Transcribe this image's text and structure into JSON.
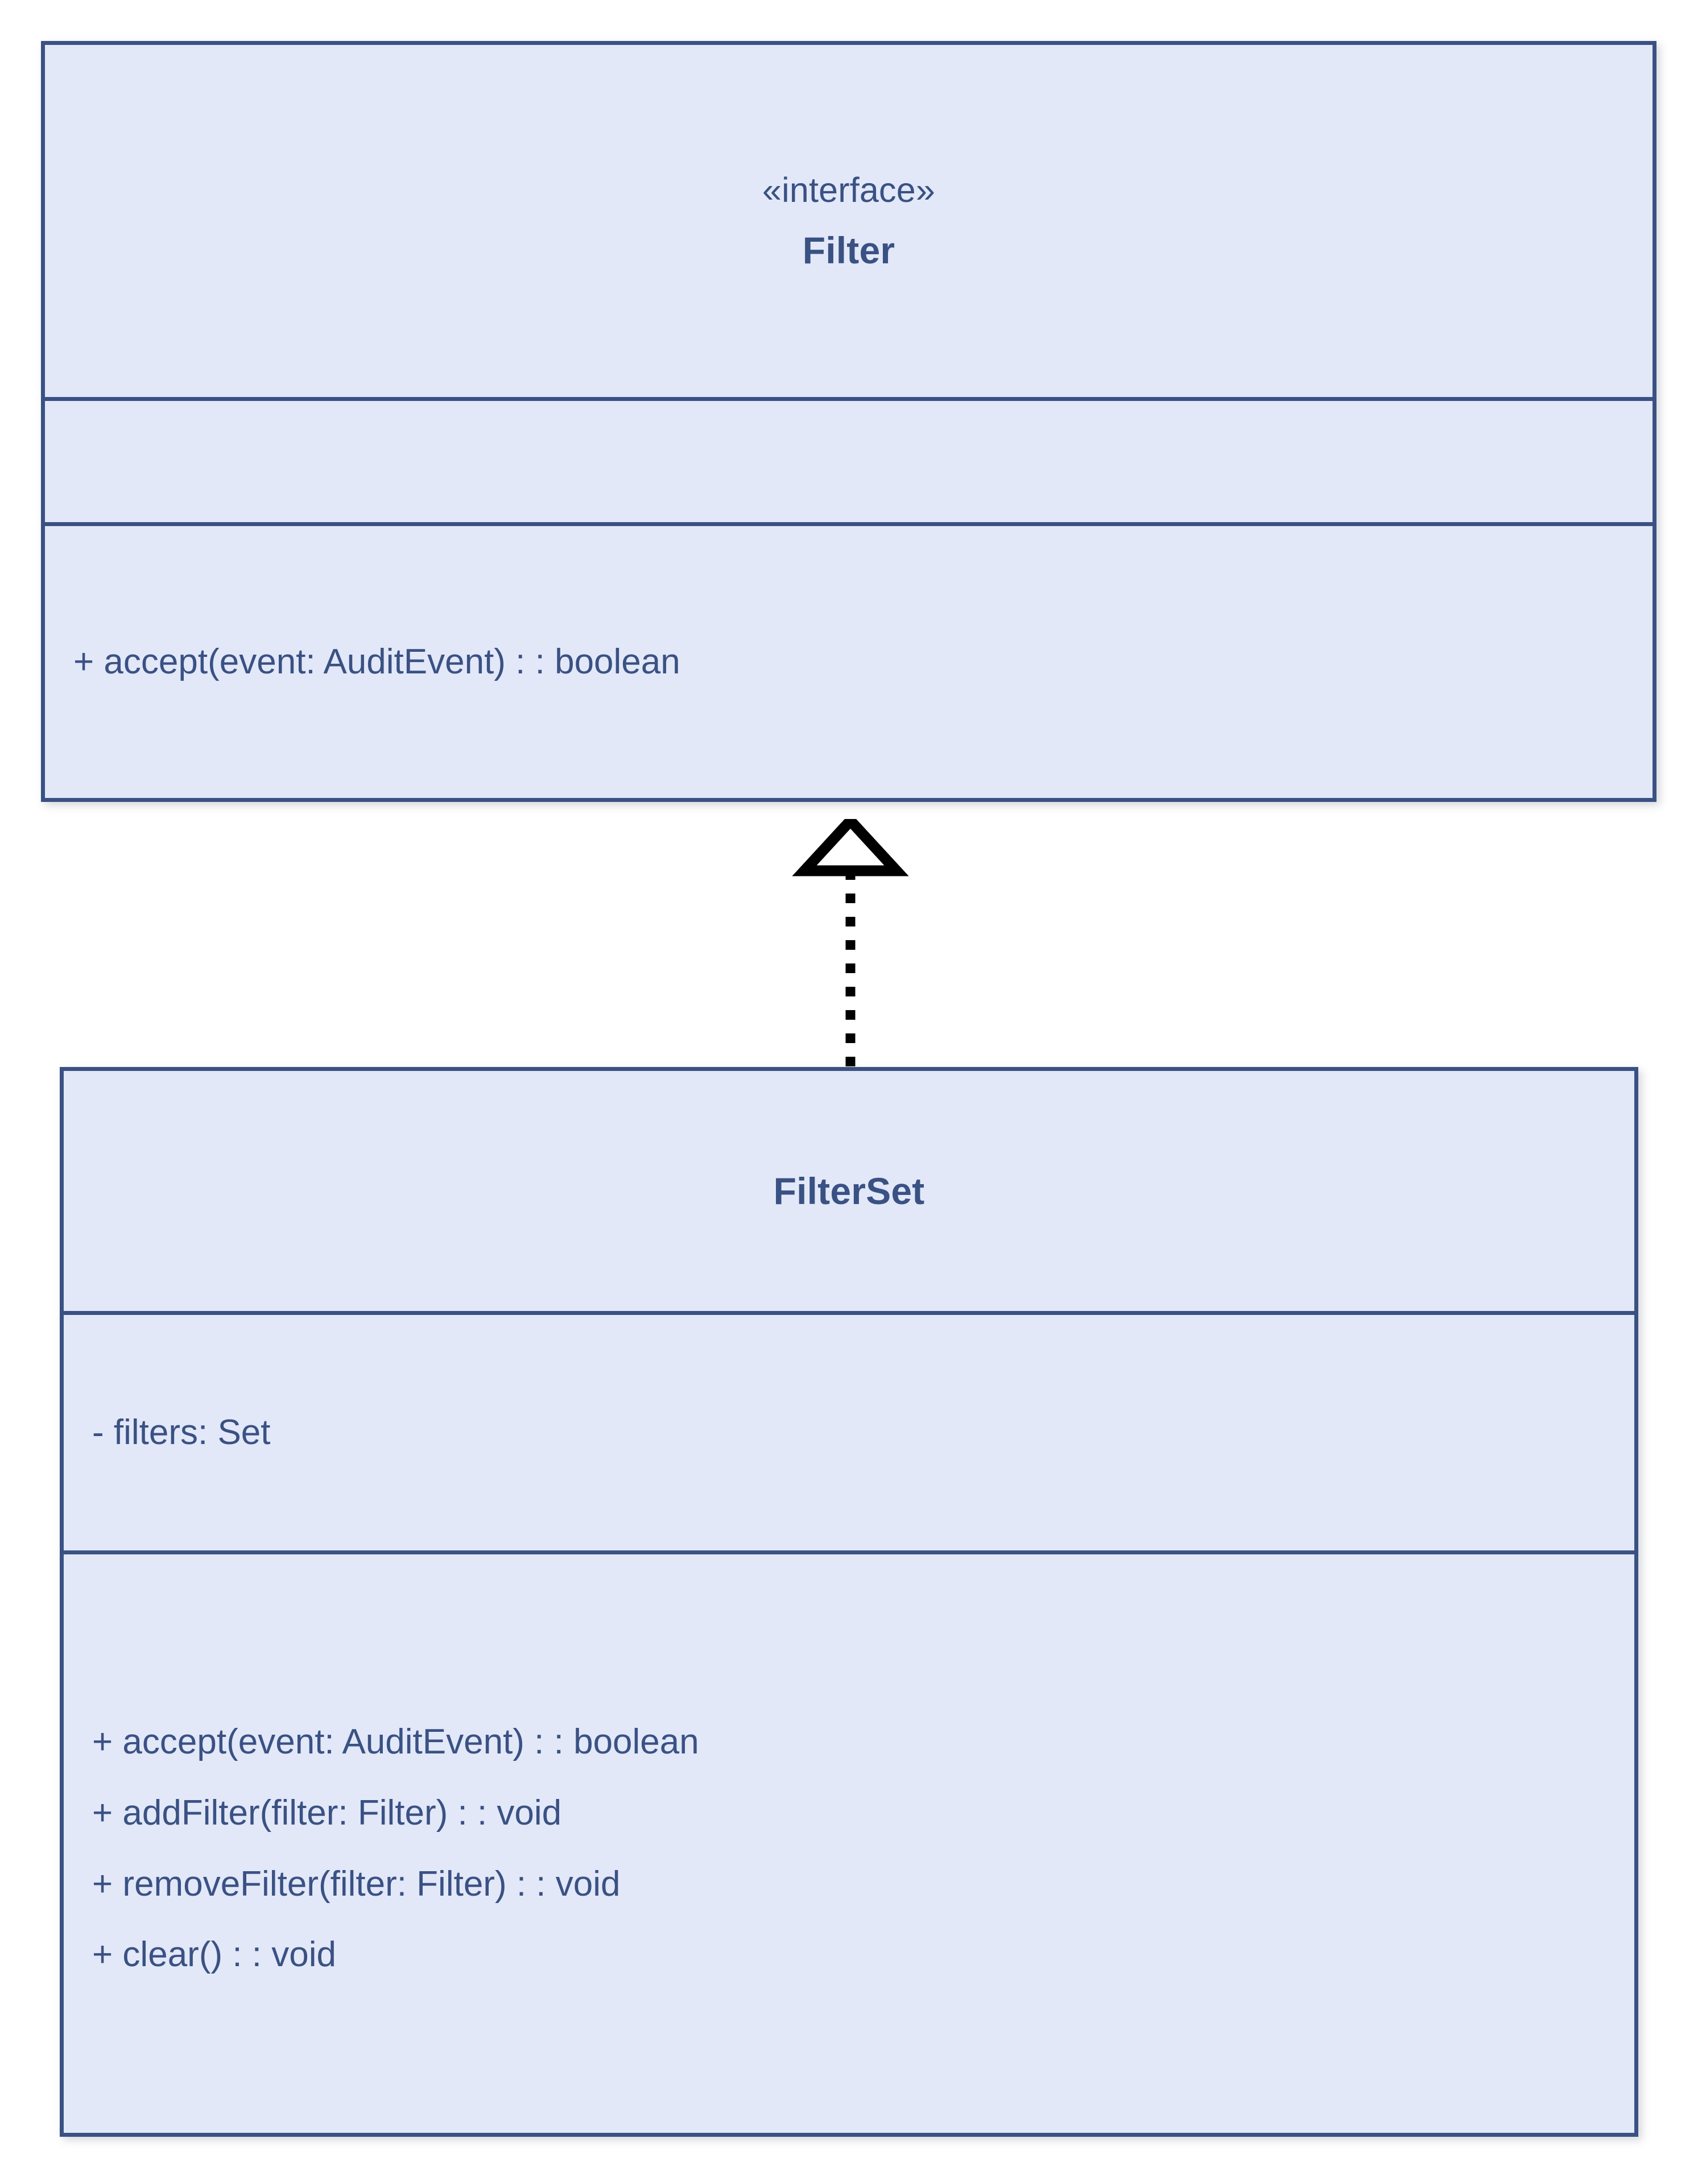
{
  "diagram": {
    "type": "uml-class-diagram",
    "background_color": "#ffffff",
    "classes": [
      {
        "id": "filter",
        "stereotype": "«interface»",
        "name": "Filter",
        "attributes": [],
        "operations": [
          "+ accept(event: AuditEvent) : : boolean"
        ]
      },
      {
        "id": "filterset",
        "stereotype": "",
        "name": "FilterSet",
        "attributes": [
          "- filters: Set"
        ],
        "operations": [
          "+ accept(event: AuditEvent) : : boolean",
          "+ addFilter(filter: Filter) : : void",
          "+ removeFilter(filter: Filter) : : void",
          "+ clear() : : void"
        ]
      }
    ],
    "relationships": [
      {
        "kind": "realization",
        "from": "FilterSet",
        "to": "Filter",
        "line_style": "dotted",
        "arrow_head": "hollow-triangle",
        "arrow_color": "#000000"
      }
    ],
    "colors": {
      "class_fill": "#e2e8f8",
      "class_border": "#3a5183",
      "text": "#3a5183",
      "connector": "#000000"
    }
  }
}
